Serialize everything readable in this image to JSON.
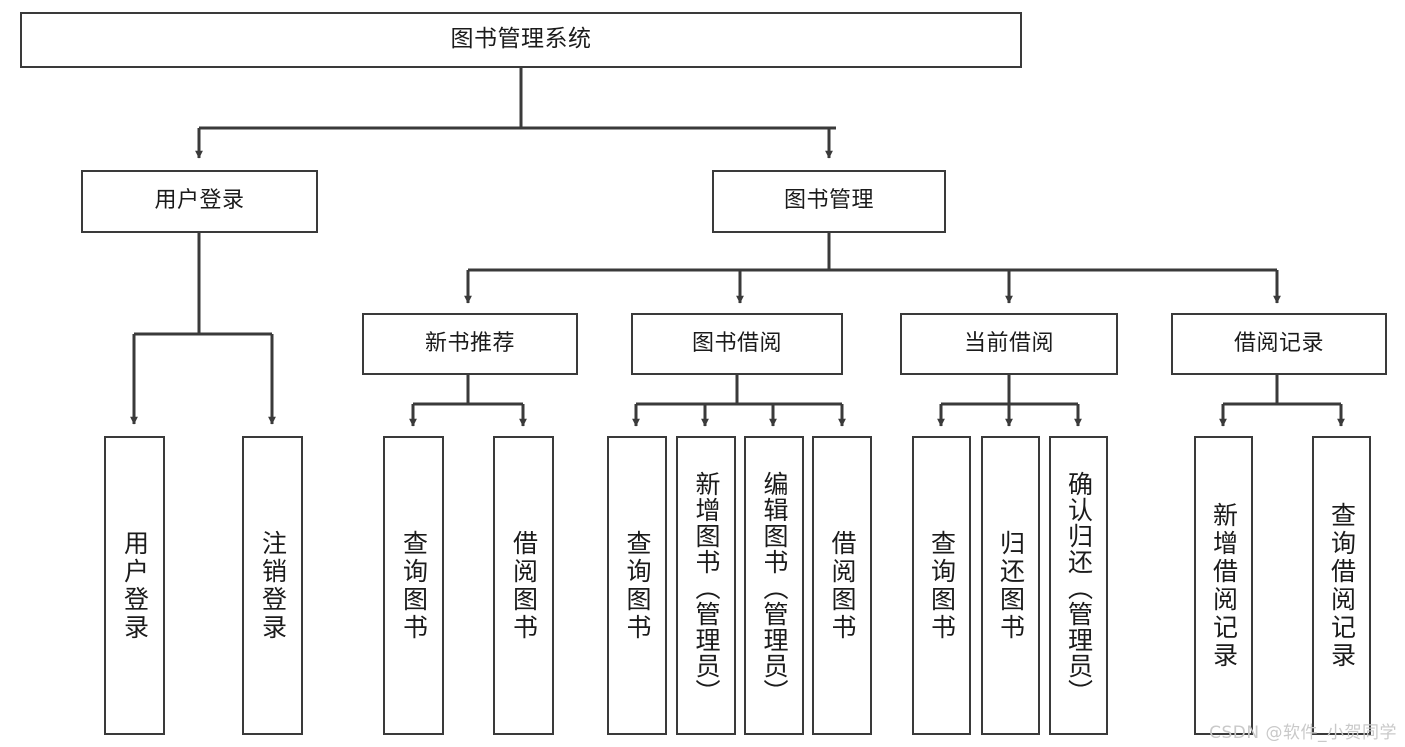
{
  "diagram": {
    "title": "图书管理系统",
    "type": "tree",
    "colors": {
      "stroke": "#3a3a3a",
      "fill": "#ffffff",
      "text": "#1b1b1b",
      "watermark": "#c9c9c9"
    },
    "watermark": "CSDN @软件_小贺同学",
    "nodes": {
      "root": {
        "label": "图书管理系统",
        "level": 1
      },
      "level2": [
        {
          "id": "user-login",
          "label": "用户登录"
        },
        {
          "id": "book-manage",
          "label": "图书管理"
        }
      ],
      "level3": [
        {
          "id": "new-book-recommend",
          "label": "新书推荐"
        },
        {
          "id": "book-borrow",
          "label": "图书借阅"
        },
        {
          "id": "current-borrow",
          "label": "当前借阅"
        },
        {
          "id": "borrow-record",
          "label": "借阅记录"
        }
      ],
      "leaves": {
        "user-login": [
          {
            "id": "leaf-user-login",
            "label": "用户登录"
          },
          {
            "id": "leaf-logout",
            "label": "注销登录"
          }
        ],
        "new-book-recommend": [
          {
            "id": "leaf-query-book-1",
            "label": "查询图书"
          },
          {
            "id": "leaf-borrow-book-1",
            "label": "借阅图书"
          }
        ],
        "book-borrow": [
          {
            "id": "leaf-query-book-2",
            "label": "查询图书"
          },
          {
            "id": "leaf-add-book",
            "label": "新增图书（管理员）"
          },
          {
            "id": "leaf-edit-book",
            "label": "编辑图书（管理员）"
          },
          {
            "id": "leaf-borrow-book-2",
            "label": "借阅图书"
          }
        ],
        "current-borrow": [
          {
            "id": "leaf-query-book-3",
            "label": "查询图书"
          },
          {
            "id": "leaf-return-book",
            "label": "归还图书"
          },
          {
            "id": "leaf-confirm-return",
            "label": "确认归还（管理员）"
          }
        ],
        "borrow-record": [
          {
            "id": "leaf-add-record",
            "label": "新增借阅记录"
          },
          {
            "id": "leaf-query-record",
            "label": "查询借阅记录"
          }
        ]
      }
    }
  }
}
